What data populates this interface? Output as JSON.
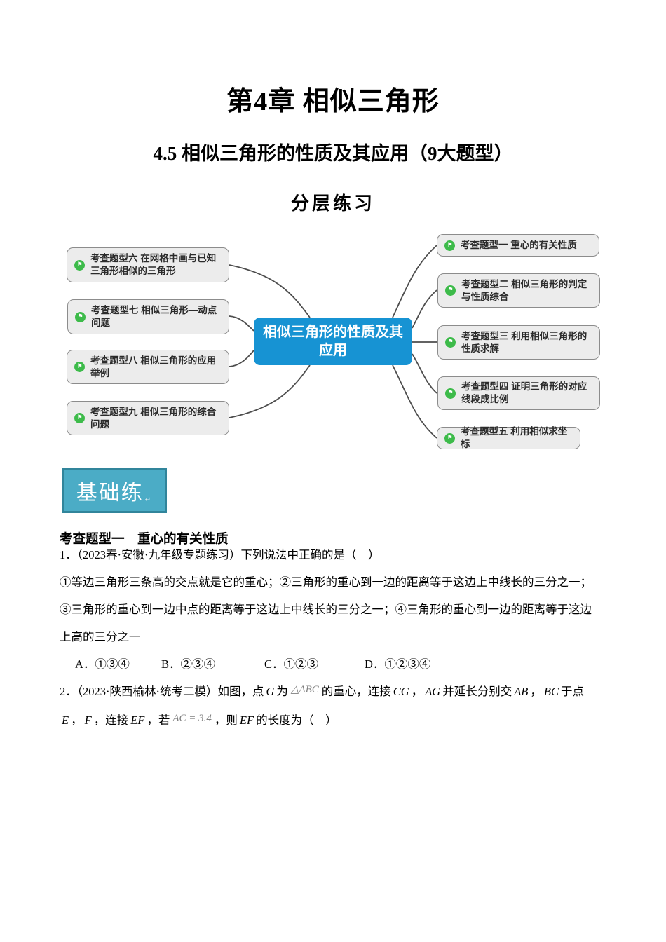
{
  "page": {
    "title": "第4章 相似三角形",
    "subtitle": "4.5 相似三角形的性质及其应用（9大题型）",
    "subtitle2": "分层练习"
  },
  "colors": {
    "center_blue": "#1793d3",
    "badge_bg": "#4bacc6",
    "badge_border": "#31859b",
    "icon_green": "#3dbb4a",
    "node_bg": "#ececec",
    "node_border": "#8c8c8c"
  },
  "mindmap": {
    "center": {
      "label": "相似三角形的性质及其应用"
    },
    "icon_glyph": "⚑",
    "left_nodes": [
      {
        "label": "考查题型六 在网格中画与已知三角形相似的三角形"
      },
      {
        "label": "考查题型七 相似三角形—动点问题"
      },
      {
        "label": "考查题型八 相似三角形的应用举例"
      },
      {
        "label": "考查题型九 相似三角形的综合问题"
      }
    ],
    "right_nodes": [
      {
        "label": "考查题型一 重心的有关性质"
      },
      {
        "label": "考查题型二 相似三角形的判定与性质综合"
      },
      {
        "label": "考查题型三 利用相似三角形的性质求解"
      },
      {
        "label": "考查题型四 证明三角形的对应线段成比例"
      },
      {
        "label": "考查题型五 利用相似求坐标"
      }
    ]
  },
  "section": {
    "badge": "基础练",
    "badge_mark": "↵",
    "heading": "考查题型一　重心的有关性质"
  },
  "questions": {
    "q1": {
      "line1": "1．（2023春·安徽·九年级专题练习）下列说法中正确的是（　）",
      "body1": "①等边三角形三条高的交点就是它的重心；②三角形的重心到一边的距离等于这边上中线长的三分之一；",
      "body2": "③三角形的重心到一边中点的距离等于这边上中线长的三分之一；④三角形的重心到一边的距离等于这边",
      "body3": "上高的三分之一",
      "options": [
        {
          "label": "A．①③④"
        },
        {
          "label": "B．②③④"
        },
        {
          "label": "C．①②③"
        },
        {
          "label": "D．①②③④"
        }
      ]
    },
    "q2": {
      "line1": [
        {
          "t": "2．（2023·陕西榆林·统考二模）如图，点",
          "s": "cn"
        },
        {
          "t": "G",
          "s": "it"
        },
        {
          "t": "为",
          "s": "cn"
        },
        {
          "t": "△ABC",
          "s": "formula"
        },
        {
          "t": "的重心，连接",
          "s": "cn"
        },
        {
          "t": "CG",
          "s": "it"
        },
        {
          "t": "，",
          "s": "cn"
        },
        {
          "t": "AG",
          "s": "it"
        },
        {
          "t": "并延长分别交",
          "s": "cn"
        },
        {
          "t": "AB",
          "s": "it"
        },
        {
          "t": "，",
          "s": "cn"
        },
        {
          "t": "BC",
          "s": "it"
        },
        {
          "t": "于点",
          "s": "cn"
        }
      ],
      "line2": [
        {
          "t": "E",
          "s": "it"
        },
        {
          "t": "，",
          "s": "cn"
        },
        {
          "t": "F",
          "s": "it"
        },
        {
          "t": "，连接",
          "s": "cn"
        },
        {
          "t": "EF",
          "s": "it"
        },
        {
          "t": "，若",
          "s": "cn"
        },
        {
          "t": "AC = 3.4",
          "s": "formula"
        },
        {
          "t": "，则",
          "s": "cn"
        },
        {
          "t": "EF",
          "s": "it"
        },
        {
          "t": "的长度为（　）",
          "s": "cn"
        }
      ]
    }
  }
}
